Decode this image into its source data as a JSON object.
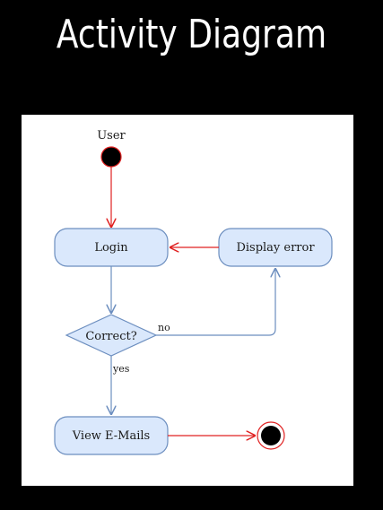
{
  "page": {
    "title": "Activity Diagram"
  },
  "diagram": {
    "actor_label": "User",
    "nodes": {
      "login": "Login",
      "display_error": "Display error",
      "decision": "Correct?",
      "view_emails": "View E-Mails"
    },
    "edge_labels": {
      "no": "no",
      "yes": "yes"
    },
    "colors": {
      "node_fill": "#dae8fc",
      "node_stroke": "#6c8ebf",
      "flow_red": "#e02020",
      "flow_blue": "#6c8ebf",
      "start_fill": "#000000",
      "end_ring": "#e02020"
    }
  }
}
